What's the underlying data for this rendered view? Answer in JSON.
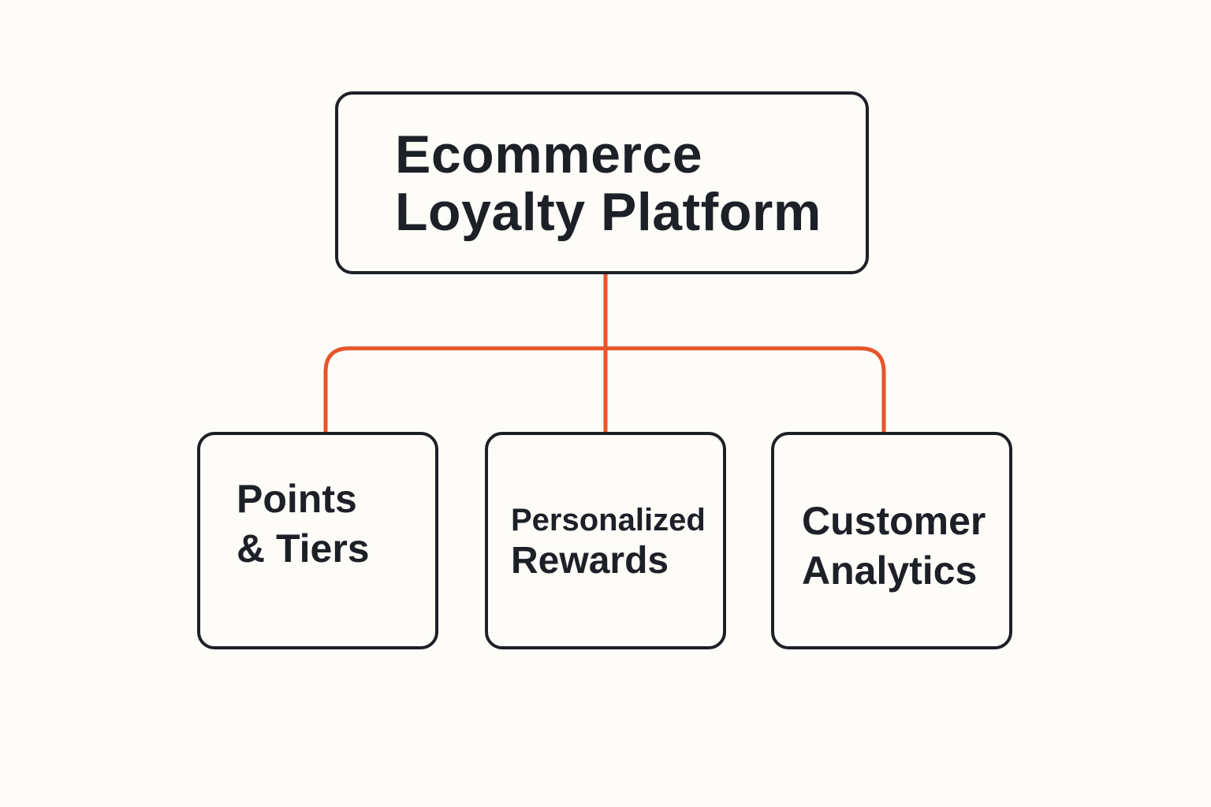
{
  "colors": {
    "background": "#fdfcf8",
    "node_border": "#1d2026",
    "text": "#1d2026",
    "connector": "#e8542a"
  },
  "root": {
    "lines": [
      "Ecommerce",
      "Loyalty Platform"
    ]
  },
  "children": [
    {
      "lines": [
        "Points",
        "& Tiers"
      ]
    },
    {
      "lines": [
        "Personalized",
        "Rewards"
      ]
    },
    {
      "lines": [
        "Customer",
        "Analytics"
      ]
    }
  ]
}
